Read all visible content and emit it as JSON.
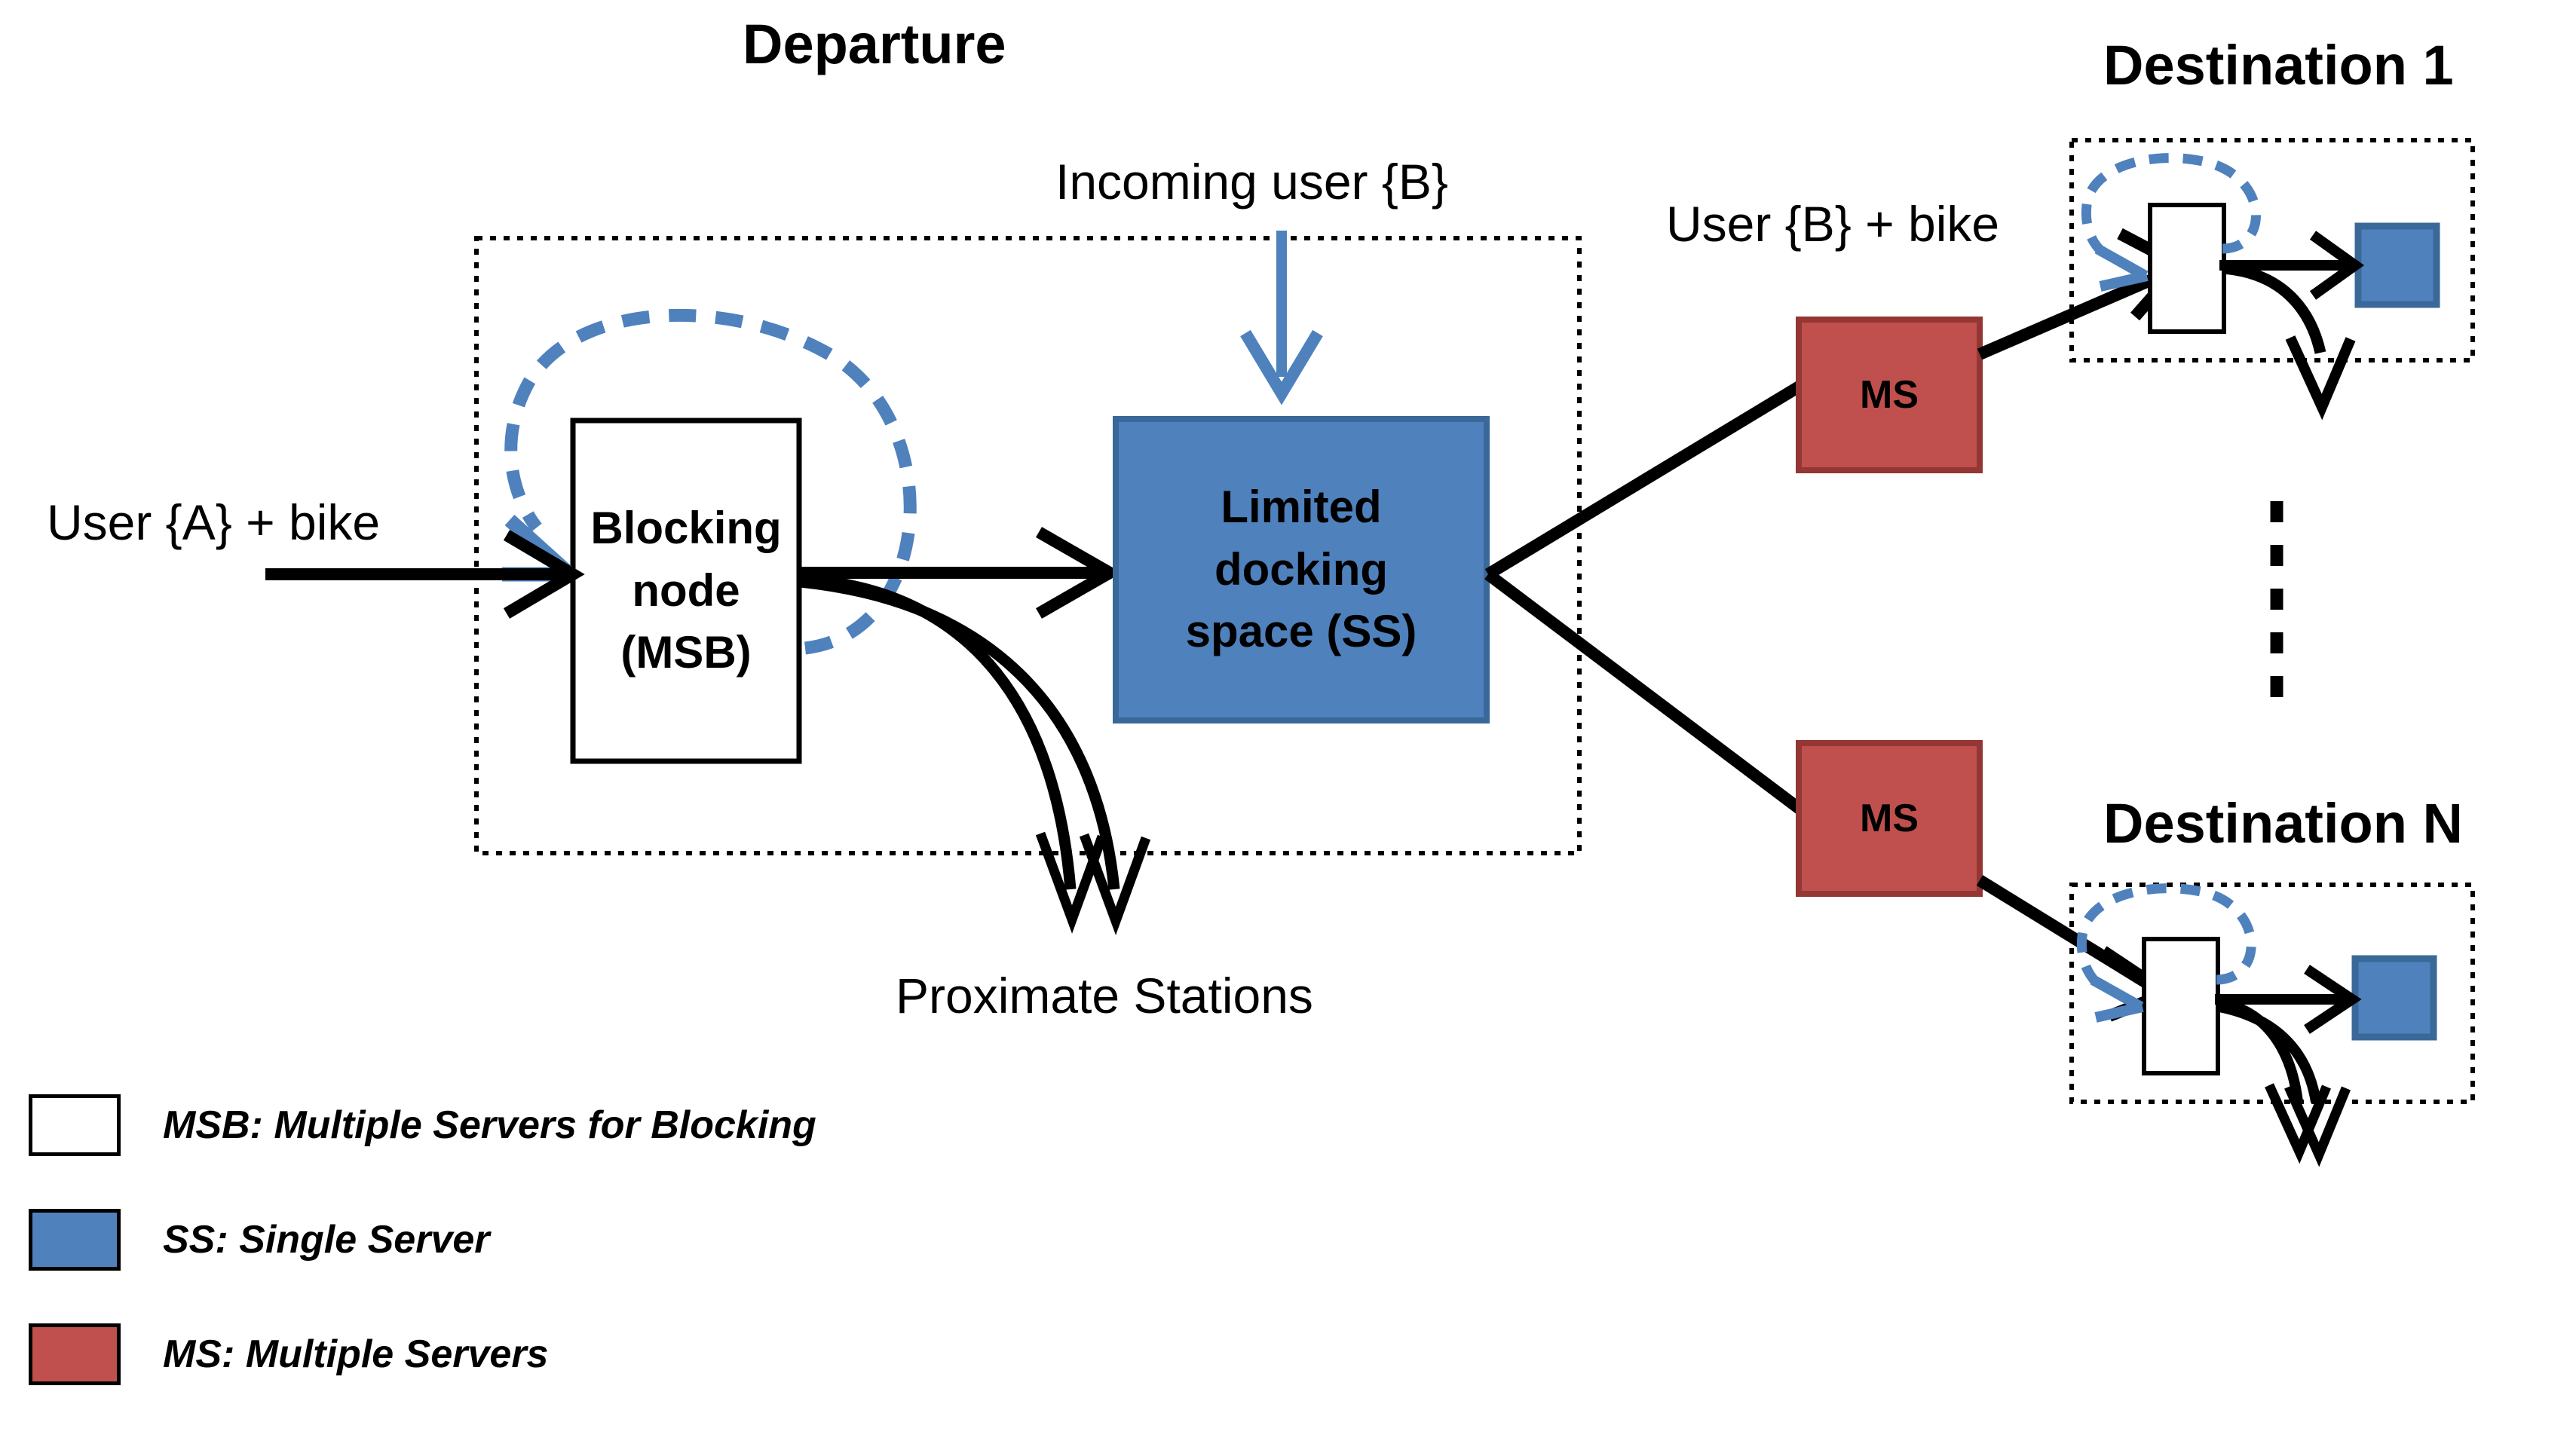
{
  "diagram": {
    "title_departure": "Departure",
    "title_destination_1": "Destination 1",
    "title_destination_n": "Destination N",
    "labels": {
      "user_a": "User {A} + bike",
      "incoming_user_b": "Incoming user {B}",
      "user_b": "User {B} + bike",
      "proximate_stations": "Proximate Stations"
    },
    "nodes": {
      "blocking_node": [
        "Blocking",
        "node",
        "(MSB)"
      ],
      "docking_space": [
        "Limited",
        "docking",
        "space (SS)"
      ],
      "ms_top": "MS",
      "ms_bottom": "MS",
      "dest1_msb": "",
      "dest1_ss": "",
      "destn_msb": "",
      "destn_ss": ""
    },
    "ellipsis": "vertical-dashed-ellipsis"
  },
  "legend": {
    "items": [
      {
        "key": "MSB",
        "colon": ": ",
        "desc_bold_1": "M",
        "desc_rest_1": "ultiple ",
        "desc_bold_2": "S",
        "desc_rest_2": "ervers for ",
        "desc_bold_3": "B",
        "desc_rest_3": "locking",
        "text": "MSB: Multiple Servers for Blocking",
        "swatch_color": "#FFFFFF"
      },
      {
        "key": "SS",
        "text": "SS: Single Server",
        "swatch_color": "#4F81BD"
      },
      {
        "key": "MS",
        "text": "MS: Multiple Servers",
        "swatch_color": "#C0504D"
      }
    ]
  },
  "colors": {
    "blue_fill": "#4F81BD",
    "blue_border": "#3A6899",
    "red_fill": "#C0504D",
    "red_border": "#943634",
    "loop_blue": "#4F81BD",
    "stroke_black": "#000000",
    "white_fill": "#FFFFFF",
    "background": "#FFFFFF"
  }
}
